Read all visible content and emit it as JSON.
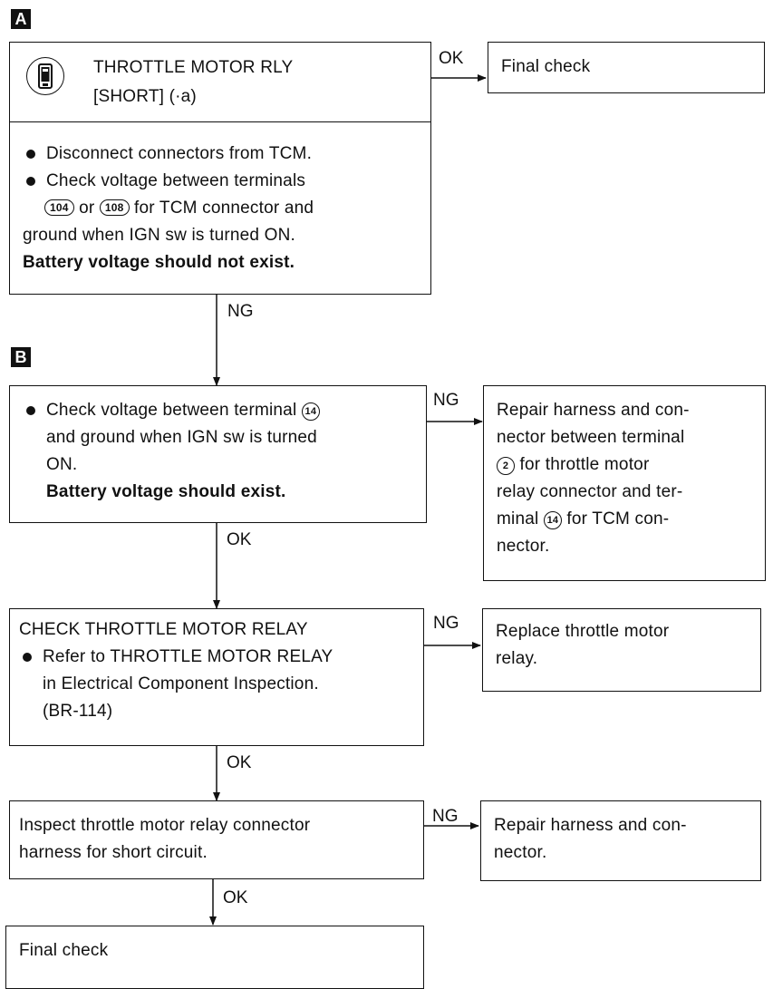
{
  "sections": {
    "a": "A",
    "b": "B"
  },
  "step1": {
    "title_line1": "THROTTLE MOTOR RLY",
    "title_line2": "[SHORT] (·a)",
    "bullet1": "Disconnect connectors from TCM.",
    "bullet2_line1": "Check voltage between terminals",
    "terminal_a": "104",
    "bullet2_or": "or",
    "terminal_b": "108",
    "bullet2_line2_rest": "for TCM connector and",
    "bullet2_line3": "ground when IGN sw is turned ON.",
    "note": "Battery voltage should not exist."
  },
  "step1_ok": {
    "label": "OK",
    "result": "Final check"
  },
  "step1_ng": {
    "label": "NG"
  },
  "step2": {
    "line1_text": "Check voltage between terminal",
    "line1_terminal": "14",
    "line2": "and ground when IGN sw is turned",
    "line3": "ON.",
    "note": "Battery voltage should exist."
  },
  "step2_ng": {
    "label": "NG",
    "line1": "Repair harness and con-",
    "line2": "nector between terminal",
    "line3_terminal": "2",
    "line3_text": "for throttle motor",
    "line4": "relay connector and ter-",
    "line5_text_a": "minal",
    "line5_terminal": "14",
    "line5_text_b": "for TCM con-",
    "line6": "nector."
  },
  "step2_ok": {
    "label": "OK"
  },
  "step3": {
    "title": "CHECK THROTTLE MOTOR RELAY",
    "bullet_line1": "Refer to THROTTLE MOTOR RELAY",
    "bullet_line2": "in Electrical Component Inspection.",
    "bullet_line3": "(BR-114)"
  },
  "step3_ng": {
    "label": "NG",
    "line1": "Replace throttle motor",
    "line2": "relay."
  },
  "step3_ok": {
    "label": "OK"
  },
  "step4": {
    "line1": "Inspect throttle motor relay connector",
    "line2": "harness for short circuit."
  },
  "step4_ng": {
    "label": "NG",
    "line1": "Repair harness and con-",
    "line2": "nector."
  },
  "step4_ok": {
    "label": "OK"
  },
  "final": {
    "text": "Final check"
  }
}
